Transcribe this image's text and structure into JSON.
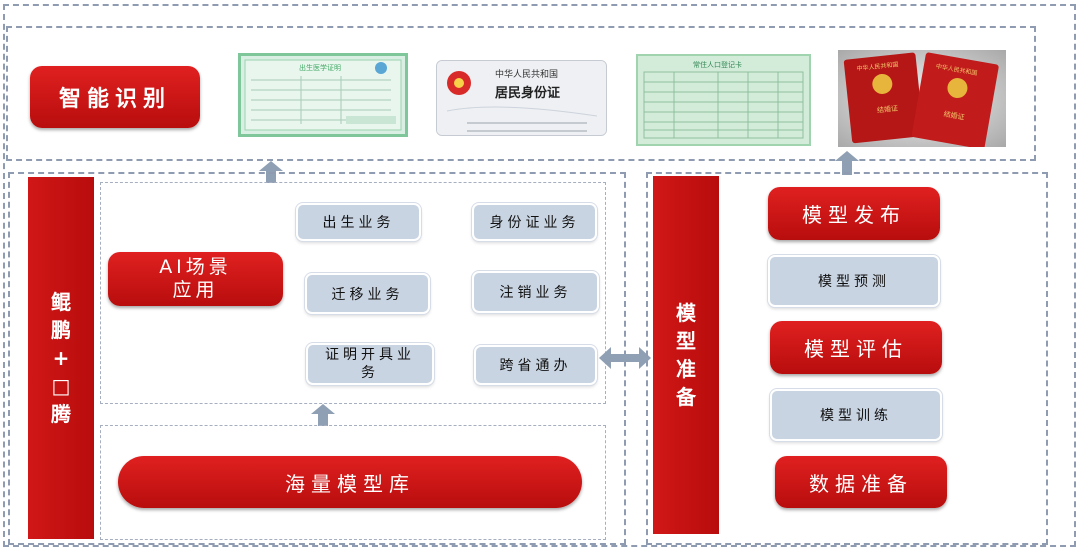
{
  "top": {
    "label": "智能识别",
    "documents": [
      {
        "name": "birth-certificate",
        "title": "出生医学证明"
      },
      {
        "name": "id-card",
        "title": "中华人民共和国",
        "subtitle": "居民身份证"
      },
      {
        "name": "household-register",
        "title": "常住人口登记卡"
      },
      {
        "name": "marriage-certificate",
        "title": "中华人民共和国",
        "subtitle": "结婚证"
      }
    ]
  },
  "left_bar": {
    "line1": "鲲",
    "line2": "鹏",
    "line3": "+",
    "line4": "□",
    "line5": "腾"
  },
  "ai_scene": {
    "line1": "AI场景",
    "line2": "应用"
  },
  "services": {
    "birth": "出生业务",
    "id": "身份证业务",
    "migration": "迁移业务",
    "cancel": "注销业务",
    "certificate": "证明开具业务",
    "cross": "跨省通办"
  },
  "model_library": "海量模型库",
  "model_prep_bar": {
    "line1": "模",
    "line2": "型",
    "line3": "准",
    "line4": "备"
  },
  "pipeline": {
    "publish": "模型发布",
    "predict": "模型预测",
    "evaluate": "模型评估",
    "train": "模型训练",
    "data": "数据准备"
  },
  "colors": {
    "red": "#c8101a",
    "gray_pill": "#c9d4e2",
    "arrow": "#8fa0b4",
    "dash": "#8f9bb0"
  }
}
